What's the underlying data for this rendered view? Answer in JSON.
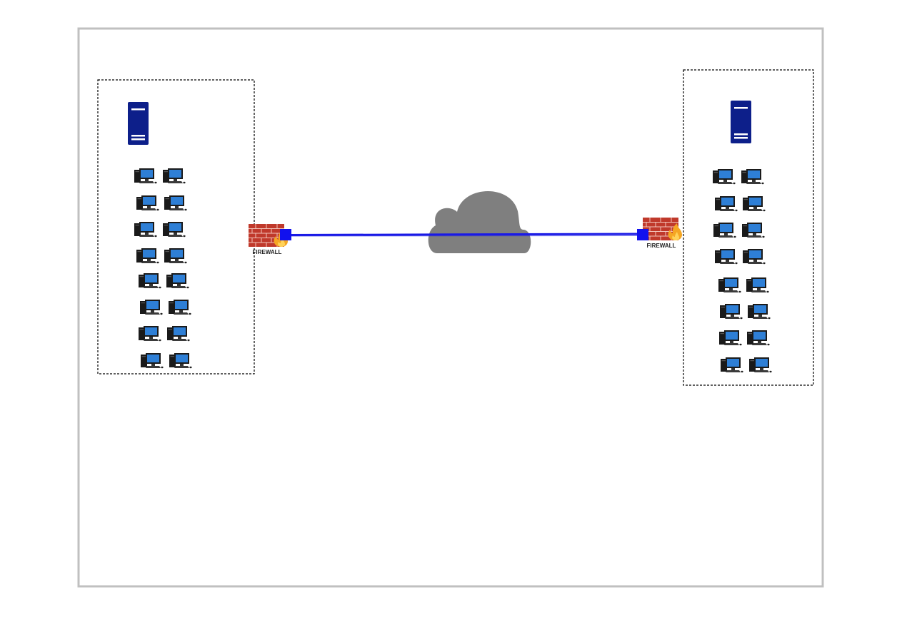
{
  "diagram": {
    "colors": {
      "frame_border": "#c0c0c0",
      "zone_border": "#000000",
      "server": "#0d1f8a",
      "link": "#1a1ae6",
      "cloud": "#7f7f7f",
      "brick": "#c0392b",
      "flame": "#f5a623",
      "monitor_screen": "#2e7fd6"
    },
    "sites": [
      {
        "name": "left",
        "server_icon": "server-icon",
        "workstation_icon": "desktop-computer-icon",
        "workstation_count": 16
      },
      {
        "name": "right",
        "server_icon": "server-icon",
        "workstation_icon": "desktop-computer-icon",
        "workstation_count": 16
      }
    ],
    "firewalls": [
      {
        "label": "FIREWALL",
        "icon": "firewall-icon"
      },
      {
        "label": "FIREWALL",
        "icon": "firewall-icon"
      }
    ],
    "cloud": {
      "icon": "cloud-icon"
    }
  }
}
